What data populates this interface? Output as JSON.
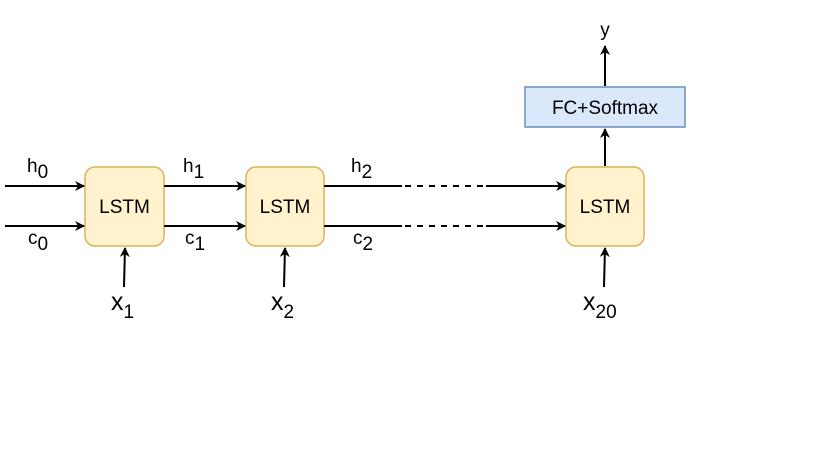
{
  "diagram": {
    "cells": [
      {
        "id": "cell1",
        "label": "LSTM"
      },
      {
        "id": "cell2",
        "label": "LSTM"
      },
      {
        "id": "cell20",
        "label": "LSTM"
      }
    ],
    "output_layer": {
      "label": "FC+Softmax"
    },
    "output": {
      "label": "y"
    },
    "hidden_states": [
      {
        "base": "h",
        "sub": "0"
      },
      {
        "base": "h",
        "sub": "1"
      },
      {
        "base": "h",
        "sub": "2"
      }
    ],
    "cell_states": [
      {
        "base": "c",
        "sub": "0"
      },
      {
        "base": "c",
        "sub": "1"
      },
      {
        "base": "c",
        "sub": "2"
      }
    ],
    "inputs": [
      {
        "base": "x",
        "sub": "1"
      },
      {
        "base": "x",
        "sub": "2"
      },
      {
        "base": "x",
        "sub": "20"
      }
    ]
  }
}
